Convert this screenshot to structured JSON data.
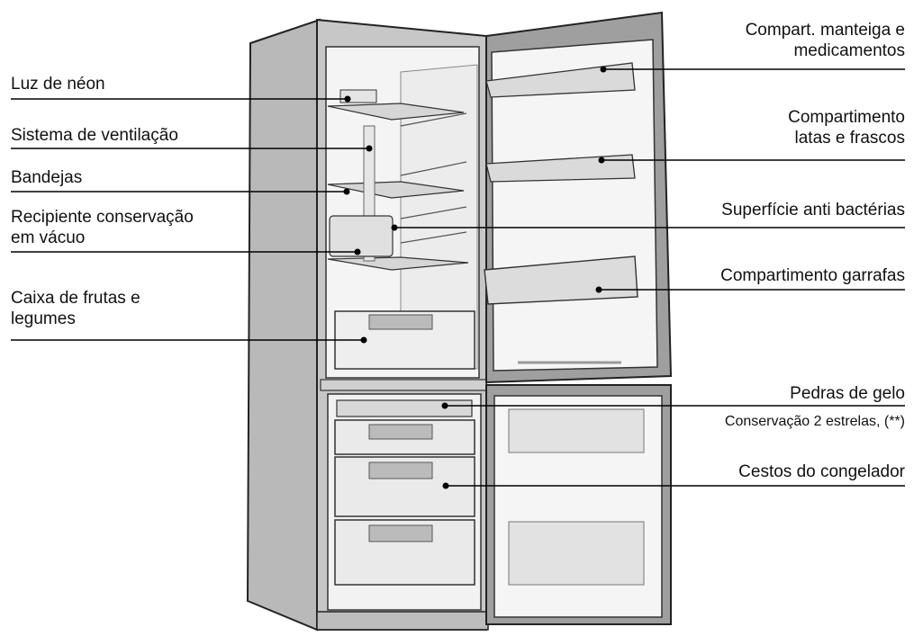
{
  "labels": {
    "left": [
      {
        "id": "luz-neon",
        "lines": [
          "Luz de néon"
        ]
      },
      {
        "id": "ventilacao",
        "lines": [
          "Sistema de ventilação"
        ]
      },
      {
        "id": "bandejas",
        "lines": [
          "Bandejas"
        ]
      },
      {
        "id": "vacuo",
        "lines": [
          "Recipiente conservação",
          "em vácuo"
        ]
      },
      {
        "id": "frutas",
        "lines": [
          "Caixa de frutas e",
          "legumes"
        ]
      }
    ],
    "right": [
      {
        "id": "manteiga",
        "lines": [
          "Compart. manteiga e",
          "medicamentos"
        ]
      },
      {
        "id": "latas",
        "lines": [
          "Compartimento",
          "latas e frascos"
        ]
      },
      {
        "id": "antibacterias",
        "lines": [
          "Superfície anti bactérias"
        ]
      },
      {
        "id": "garrafas",
        "lines": [
          "Compartimento garrafas"
        ]
      },
      {
        "id": "gelo",
        "lines": [
          "Pedras de gelo"
        ]
      },
      {
        "id": "estrelas",
        "lines": [
          "Conservação 2 estrelas, (**)"
        ]
      },
      {
        "id": "cestos",
        "lines": [
          "Cestos do congelador"
        ]
      }
    ]
  }
}
